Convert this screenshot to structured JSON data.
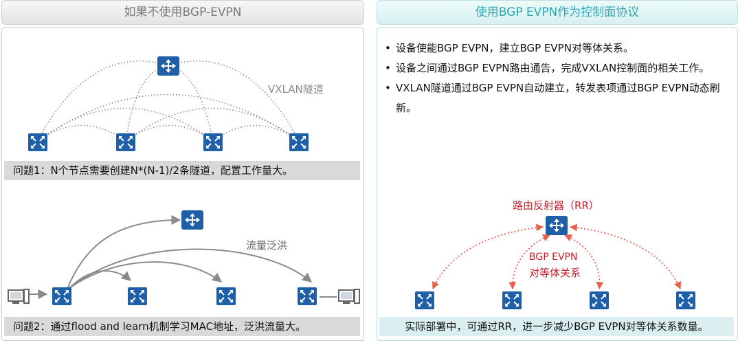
{
  "header_left": "如果不使用BGP-EVPN",
  "header_right": "使用BGP EVPN作为控制面协议",
  "left_top": {
    "tunnel_label": "VXLAN隧道",
    "issue": "问题1：N个节点需要创建N*(N-1)/2条隧道，配置工作量大。"
  },
  "left_bottom": {
    "flood_label": "流量泛洪",
    "issue": "问题2：通过flood and learn机制学习MAC地址，泛洪流量大。"
  },
  "right": {
    "bullets": [
      "设备使能BGP EVPN，建立BGP EVPN对等体关系。",
      "设备之间通过BGP EVPN路由通告，完成VXLAN控制面的相关工作。",
      "VXLAN隧道通过BGP EVPN自动建立，转发表项通过BGP EVPN动态刷新。"
    ],
    "rr_label": "路由反射器（RR）",
    "peer_label_line1": "BGP EVPN",
    "peer_label_line2": "对等体关系",
    "summary": "实际部署中，可通过RR，进一步减少BGP EVPN对等体关系数量。"
  },
  "colors": {
    "device_blue": "#1f5fa8",
    "tunnel_dotted": "#8c8c8c",
    "flood_arrow": "#8a8a8a",
    "peer_dotted": "#e8604c",
    "rr_text": "#c8202a",
    "header_right_text": "#2aa6b0"
  },
  "icons": {
    "router": "router-icon",
    "switch": "switch-icon",
    "host": "host-computer-icon"
  }
}
